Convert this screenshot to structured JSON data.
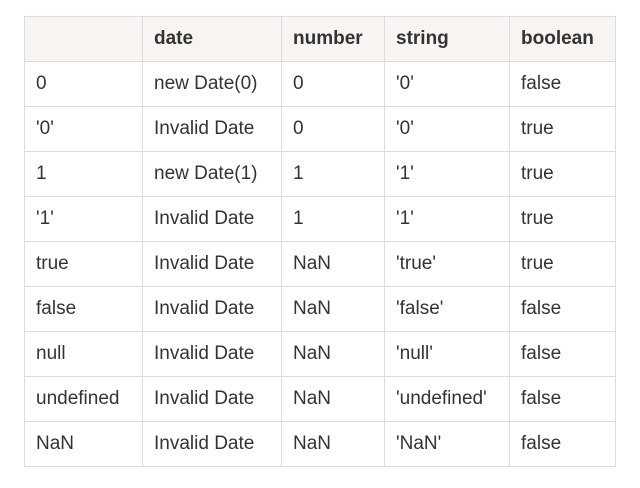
{
  "table": {
    "headers": [
      "",
      "date",
      "number",
      "string",
      "boolean"
    ],
    "rows": [
      [
        "0",
        "new Date(0)",
        "0",
        "'0'",
        "false"
      ],
      [
        "'0'",
        "Invalid Date",
        "0",
        "'0'",
        "true"
      ],
      [
        "1",
        "new Date(1)",
        "1",
        "'1'",
        "true"
      ],
      [
        "'1'",
        "Invalid Date",
        "1",
        "'1'",
        "true"
      ],
      [
        "true",
        "Invalid Date",
        "NaN",
        "'true'",
        "true"
      ],
      [
        "false",
        "Invalid Date",
        "NaN",
        "'false'",
        "false"
      ],
      [
        "null",
        "Invalid Date",
        "NaN",
        "'null'",
        "false"
      ],
      [
        "undefined",
        "Invalid Date",
        "NaN",
        "'undefined'",
        "false"
      ],
      [
        "NaN",
        "Invalid Date",
        "NaN",
        "'NaN'",
        "false"
      ]
    ]
  }
}
